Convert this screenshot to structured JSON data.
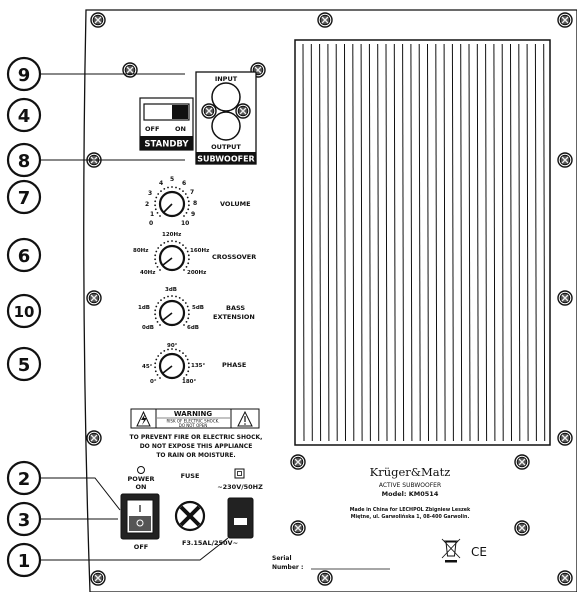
{
  "callouts": [
    "9",
    "4",
    "8",
    "7",
    "6",
    "10",
    "5",
    "2",
    "3",
    "1"
  ],
  "standby": {
    "off": "OFF",
    "on": "ON",
    "label": "STANDBY"
  },
  "io": {
    "input": "INPUT",
    "output": "OUTPUT",
    "label": "SUBWOOFER"
  },
  "volume": {
    "label": "VOLUME",
    "ticks": [
      "0",
      "1",
      "2",
      "3",
      "4",
      "5",
      "6",
      "7",
      "8",
      "9",
      "10"
    ]
  },
  "crossover": {
    "label": "CROSSOVER",
    "ticks": [
      "40Hz",
      "80Hz",
      "120Hz",
      "160Hz",
      "200Hz"
    ]
  },
  "bass_extension": {
    "label_line1": "BASS",
    "label_line2": "EXTENSION",
    "ticks": [
      "0dB",
      "1dB",
      "3dB",
      "5dB",
      "6dB"
    ]
  },
  "phase": {
    "label": "PHASE",
    "ticks": [
      "0°",
      "45°",
      "90°",
      "135°",
      "180°"
    ]
  },
  "warning": {
    "title": "WARNING",
    "sub1": "RISK OF ELECTRIC SHOCK.",
    "sub2": "DO NOT OPEN",
    "line1": "TO PREVENT FIRE OR ELECTRIC SHOCK,",
    "line2": "DO NOT EXPOSE THIS APPLIANCE",
    "line3": "TO RAIN OR MOISTURE."
  },
  "power": {
    "label1": "POWER",
    "label2": "ON",
    "off": "OFF"
  },
  "fuse": {
    "label": "FUSE",
    "rating": "F3.15AL/250V~"
  },
  "mains": {
    "voltage": "~230V/50HZ"
  },
  "brand": {
    "name": "Krüger&Matz",
    "line1": "ACTIVE SUBWOOFER",
    "model": "Model: KM0514",
    "made1": "Made in China for LECHPOL Zbigniew Leszek",
    "made2": "Miętne, ul. Garwolińska 1, 08-400 Garwolin."
  },
  "serial": {
    "label1": "Serial",
    "label2": "Number :"
  },
  "ce": "CE"
}
